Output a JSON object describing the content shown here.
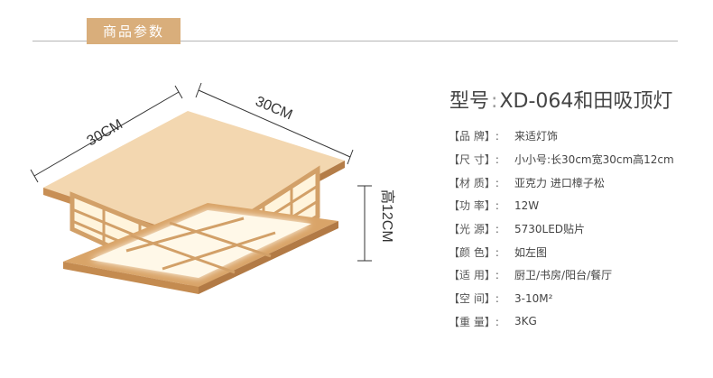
{
  "header": {
    "title": "商品参数"
  },
  "dimensions": {
    "length": "30CM",
    "width": "30CM",
    "height": "高12CM"
  },
  "model": {
    "label": "型号",
    "colon": ":",
    "value": "XD-064和田吸顶灯"
  },
  "specs": [
    {
      "key": "【品 牌】:",
      "value": "来适灯饰"
    },
    {
      "key": "【尺 寸】:",
      "value": "小小号:长30cm宽30cm高12cm"
    },
    {
      "key": "【材 质】:",
      "value": "亚克力  进口樟子松"
    },
    {
      "key": "【功 率】:",
      "value": "12W"
    },
    {
      "key": "【光 源】:",
      "value": "5730LED贴片"
    },
    {
      "key": "【颜 色】:",
      "value": "如左图"
    },
    {
      "key": "【适 用】:",
      "value": "厨卫/书房/阳台/餐厅"
    },
    {
      "key": "【空 间】:",
      "value": "3-10M²"
    },
    {
      "key": "【重 量】:",
      "value": "3KG"
    }
  ],
  "colors": {
    "tab": "#d9ae7b",
    "wood": "#d8a66d",
    "glow": "#fff6df"
  }
}
